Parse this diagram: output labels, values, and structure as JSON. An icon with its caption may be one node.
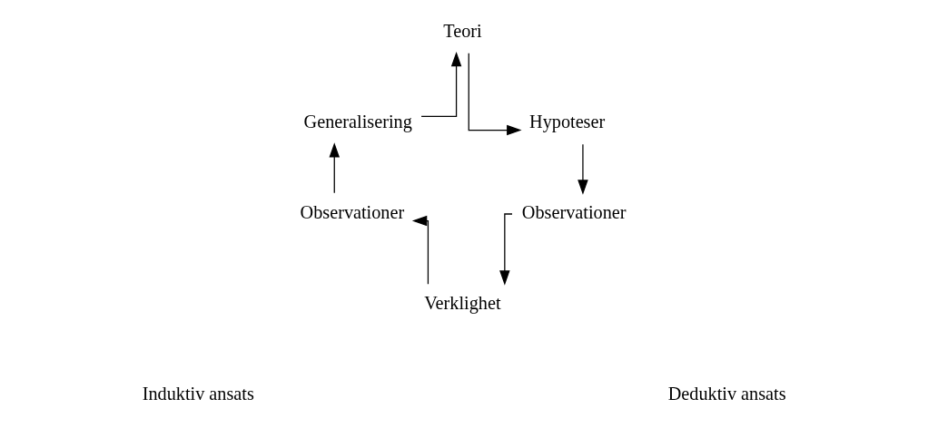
{
  "diagram": {
    "nodes": [
      {
        "text": [
          "Teori"
        ]
      },
      {
        "text": [
          "Hypoteser"
        ]
      },
      {
        "text": [
          "Observationer"
        ]
      },
      {
        "text": [
          "Verklighet"
        ]
      },
      {
        "text": [
          "Observationer"
        ]
      },
      {
        "text": [
          "Generalisering"
        ]
      }
    ],
    "edges": [
      {
        "from": 5,
        "to": 0,
        "arrow": "to"
      },
      {
        "from": 0,
        "to": 1,
        "arrow": "to"
      },
      {
        "from": 1,
        "to": 2,
        "arrow": "to"
      },
      {
        "from": 2,
        "to": 3,
        "arrow": "to"
      },
      {
        "from": 3,
        "to": 4,
        "arrow": "to"
      },
      {
        "from": 4,
        "to": 5,
        "arrow": "to"
      }
    ],
    "labels": [
      "Induktiv ansats",
      "Deduktiv ansats"
    ]
  }
}
